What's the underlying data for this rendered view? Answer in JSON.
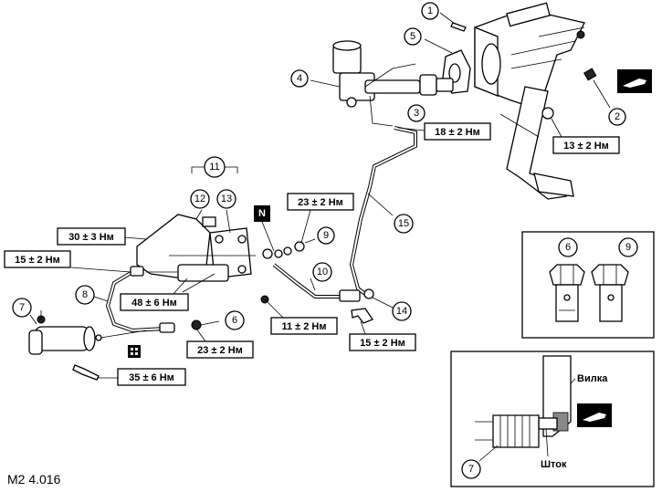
{
  "figure_code": "M2 4.016",
  "callouts": {
    "c1": "1",
    "c2": "2",
    "c3": "3",
    "c4": "4",
    "c5": "5",
    "c6": "6",
    "c7": "7",
    "c8": "8",
    "c9": "9",
    "c10": "10",
    "c11": "11",
    "c12": "12",
    "c13": "13",
    "c14": "14",
    "c15": "15",
    "inset6": "6",
    "inset9": "9",
    "inset7": "7",
    "n_badge": "N"
  },
  "torques": {
    "t_18": "18 ± 2 Нм",
    "t_13": "13 ± 2 Нм",
    "t_23a": "23 ± 2 Нм",
    "t_30": "30 ± 3 Нм",
    "t_15a": "15 ± 2 Нм",
    "t_48": "48 ± 6 Нм",
    "t_11": "11 ± 2 Нм",
    "t_23b": "23 ± 2 Нм",
    "t_15b": "15 ± 2 Нм",
    "t_35": "35 ± 6 Нм"
  },
  "inset_labels": {
    "fork": "Вилка",
    "rod": "Шток"
  }
}
